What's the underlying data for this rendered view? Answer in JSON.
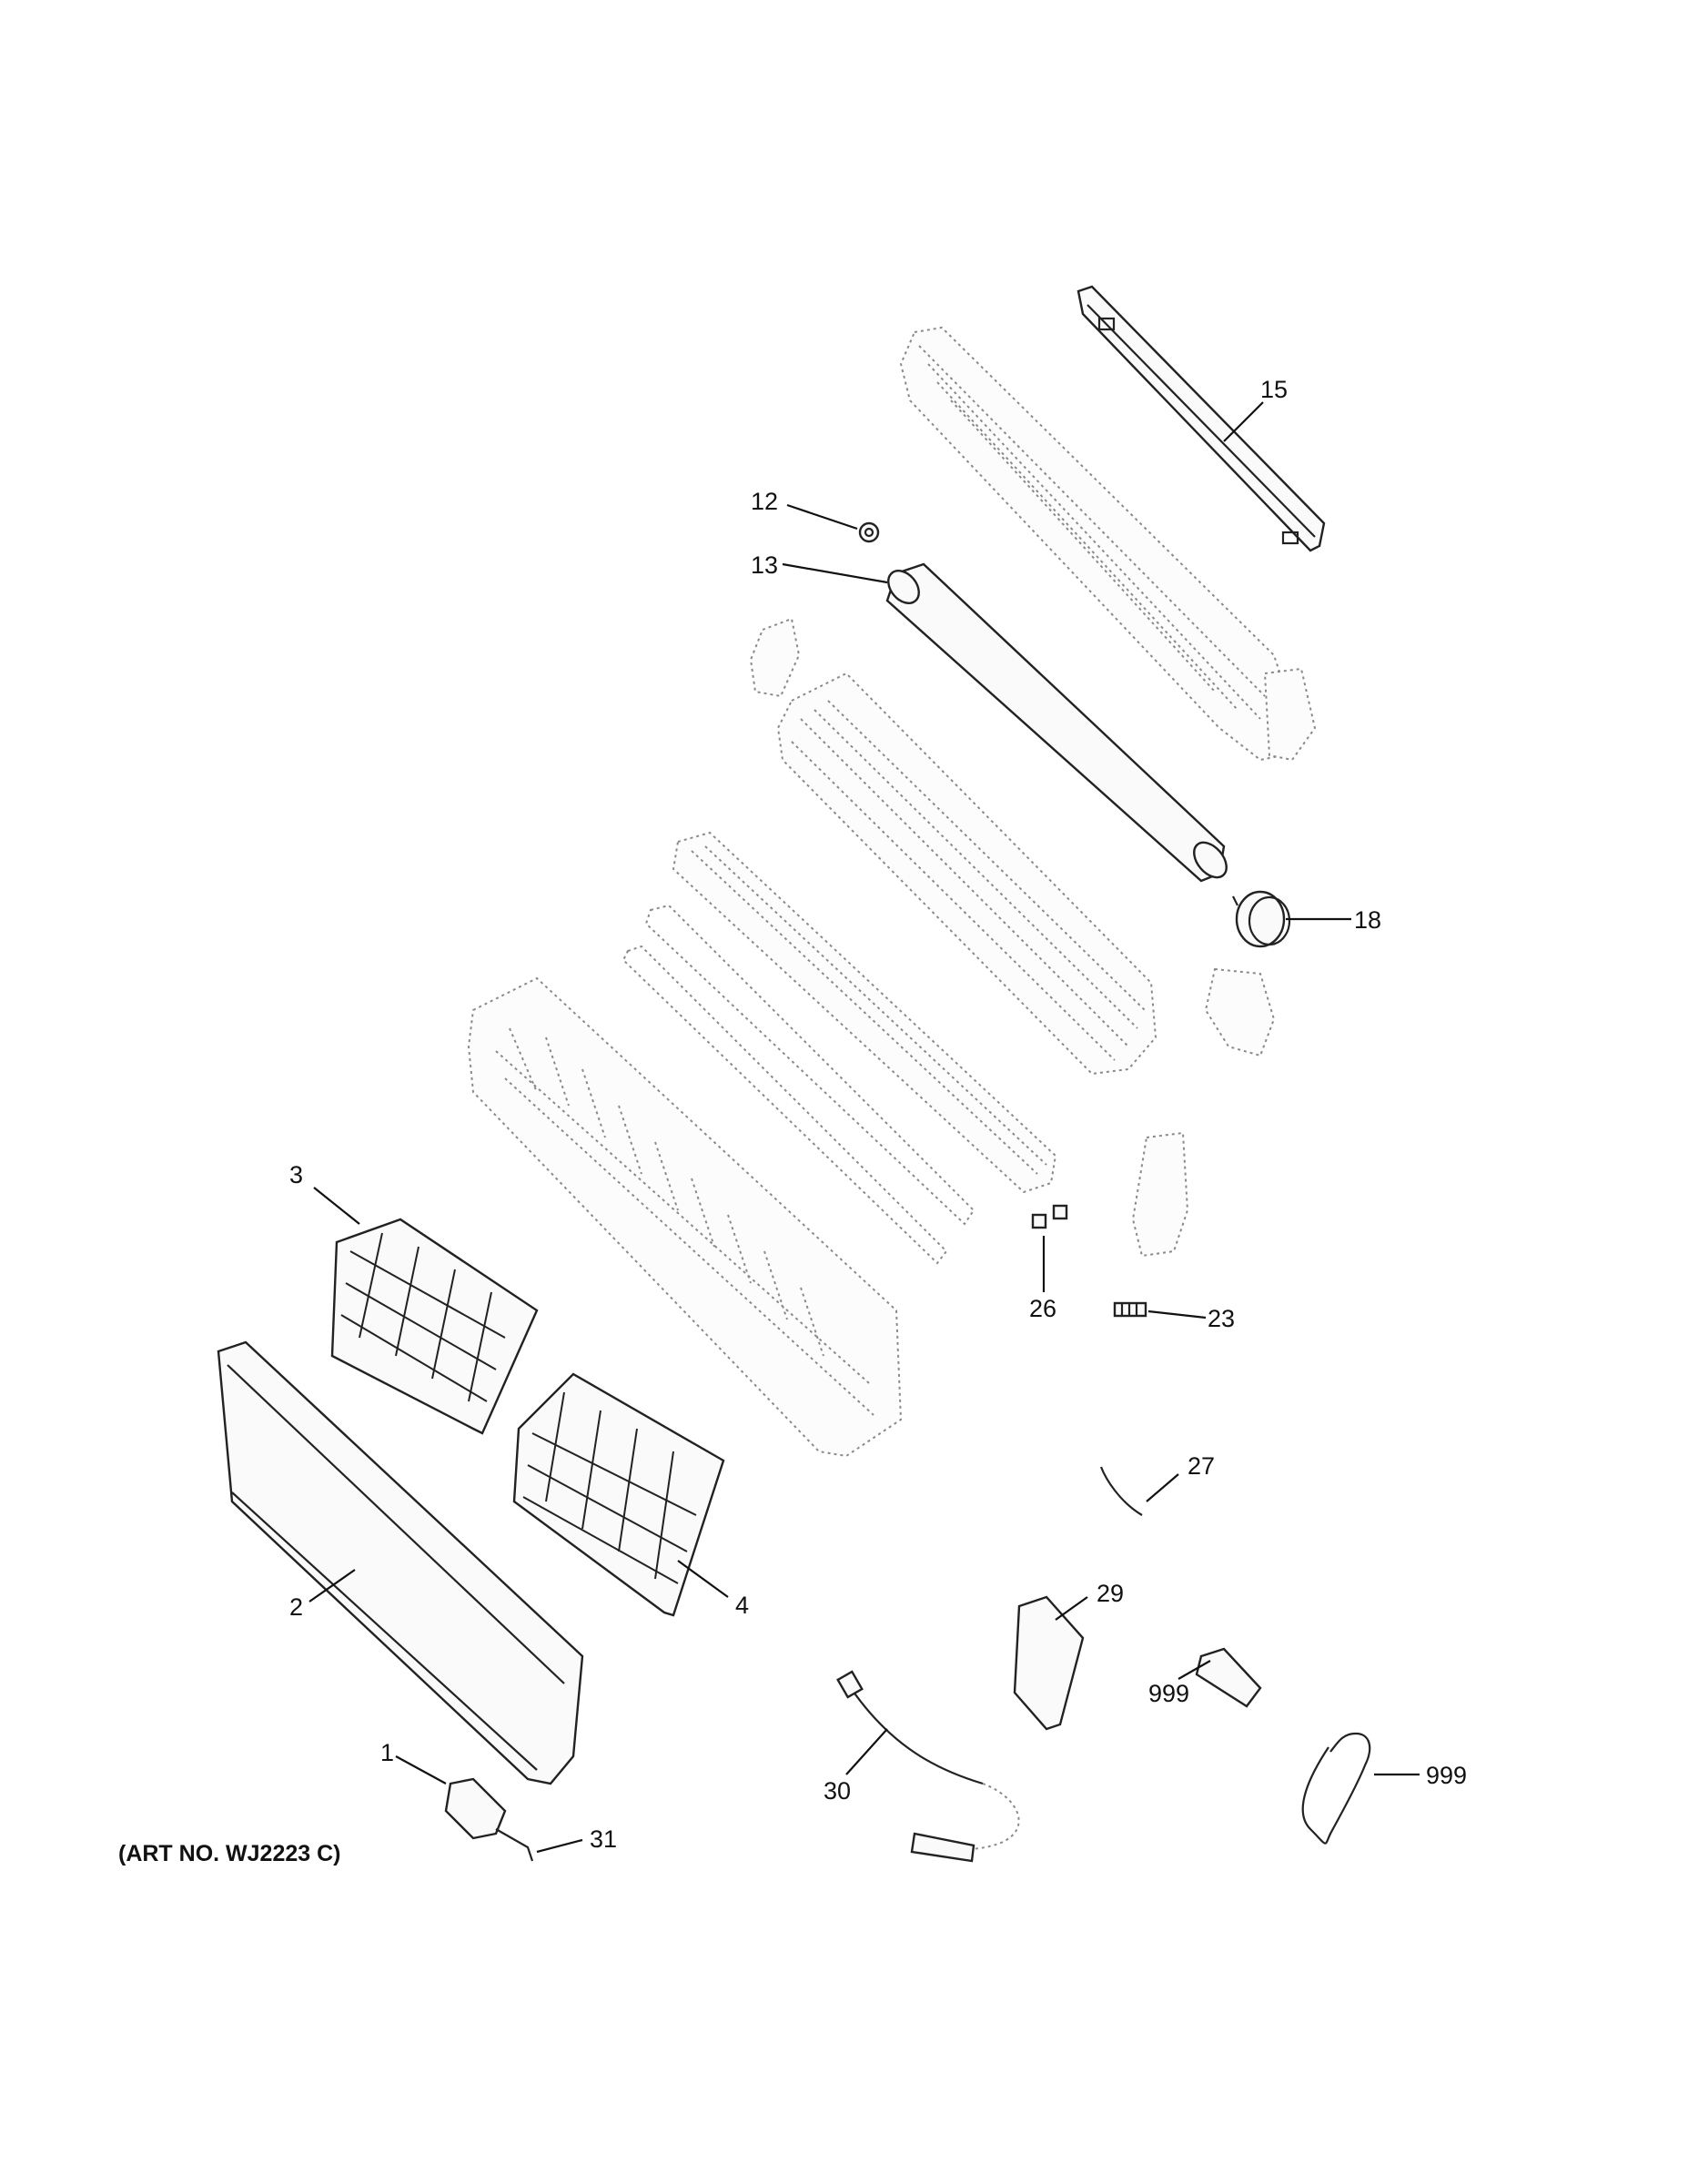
{
  "diagram": {
    "art_number": "(ART NO. WJ2223 C)",
    "parts": [
      {
        "id": "p1",
        "number": "1"
      },
      {
        "id": "p2",
        "number": "2"
      },
      {
        "id": "p3",
        "number": "3"
      },
      {
        "id": "p4",
        "number": "4"
      },
      {
        "id": "p12",
        "number": "12"
      },
      {
        "id": "p13",
        "number": "13"
      },
      {
        "id": "p15",
        "number": "15"
      },
      {
        "id": "p18",
        "number": "18"
      },
      {
        "id": "p23",
        "number": "23"
      },
      {
        "id": "p26",
        "number": "26"
      },
      {
        "id": "p27",
        "number": "27"
      },
      {
        "id": "p29",
        "number": "29"
      },
      {
        "id": "p30",
        "number": "30"
      },
      {
        "id": "p31",
        "number": "31"
      },
      {
        "id": "p999a",
        "number": "999"
      },
      {
        "id": "p999b",
        "number": "999"
      }
    ]
  }
}
